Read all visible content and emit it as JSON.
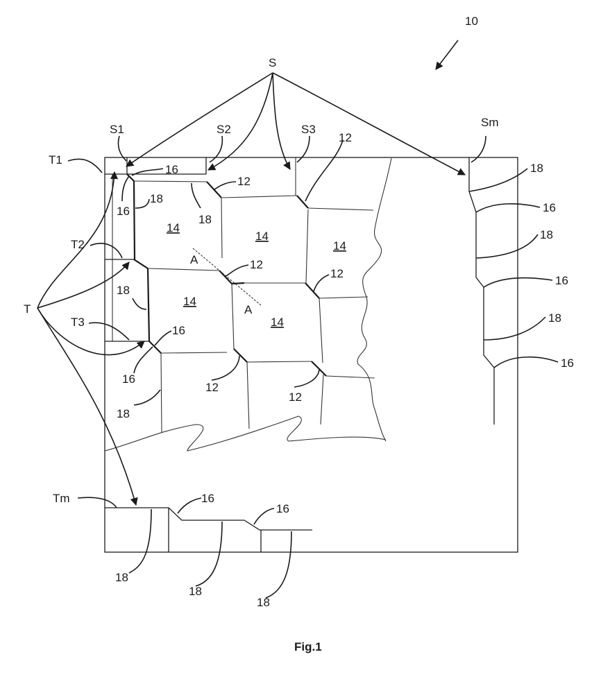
{
  "labels": {
    "assembly": "10",
    "seq": "S",
    "s1": "S1",
    "s2": "S2",
    "s3": "S3",
    "sm": "Sm",
    "t": "T",
    "t1": "T1",
    "t2": "T2",
    "t3": "T3",
    "tm": "Tm",
    "cell": "14",
    "corner": "12",
    "bevel": "16",
    "edge": "18",
    "section": "A"
  },
  "caption": "Fig.1"
}
